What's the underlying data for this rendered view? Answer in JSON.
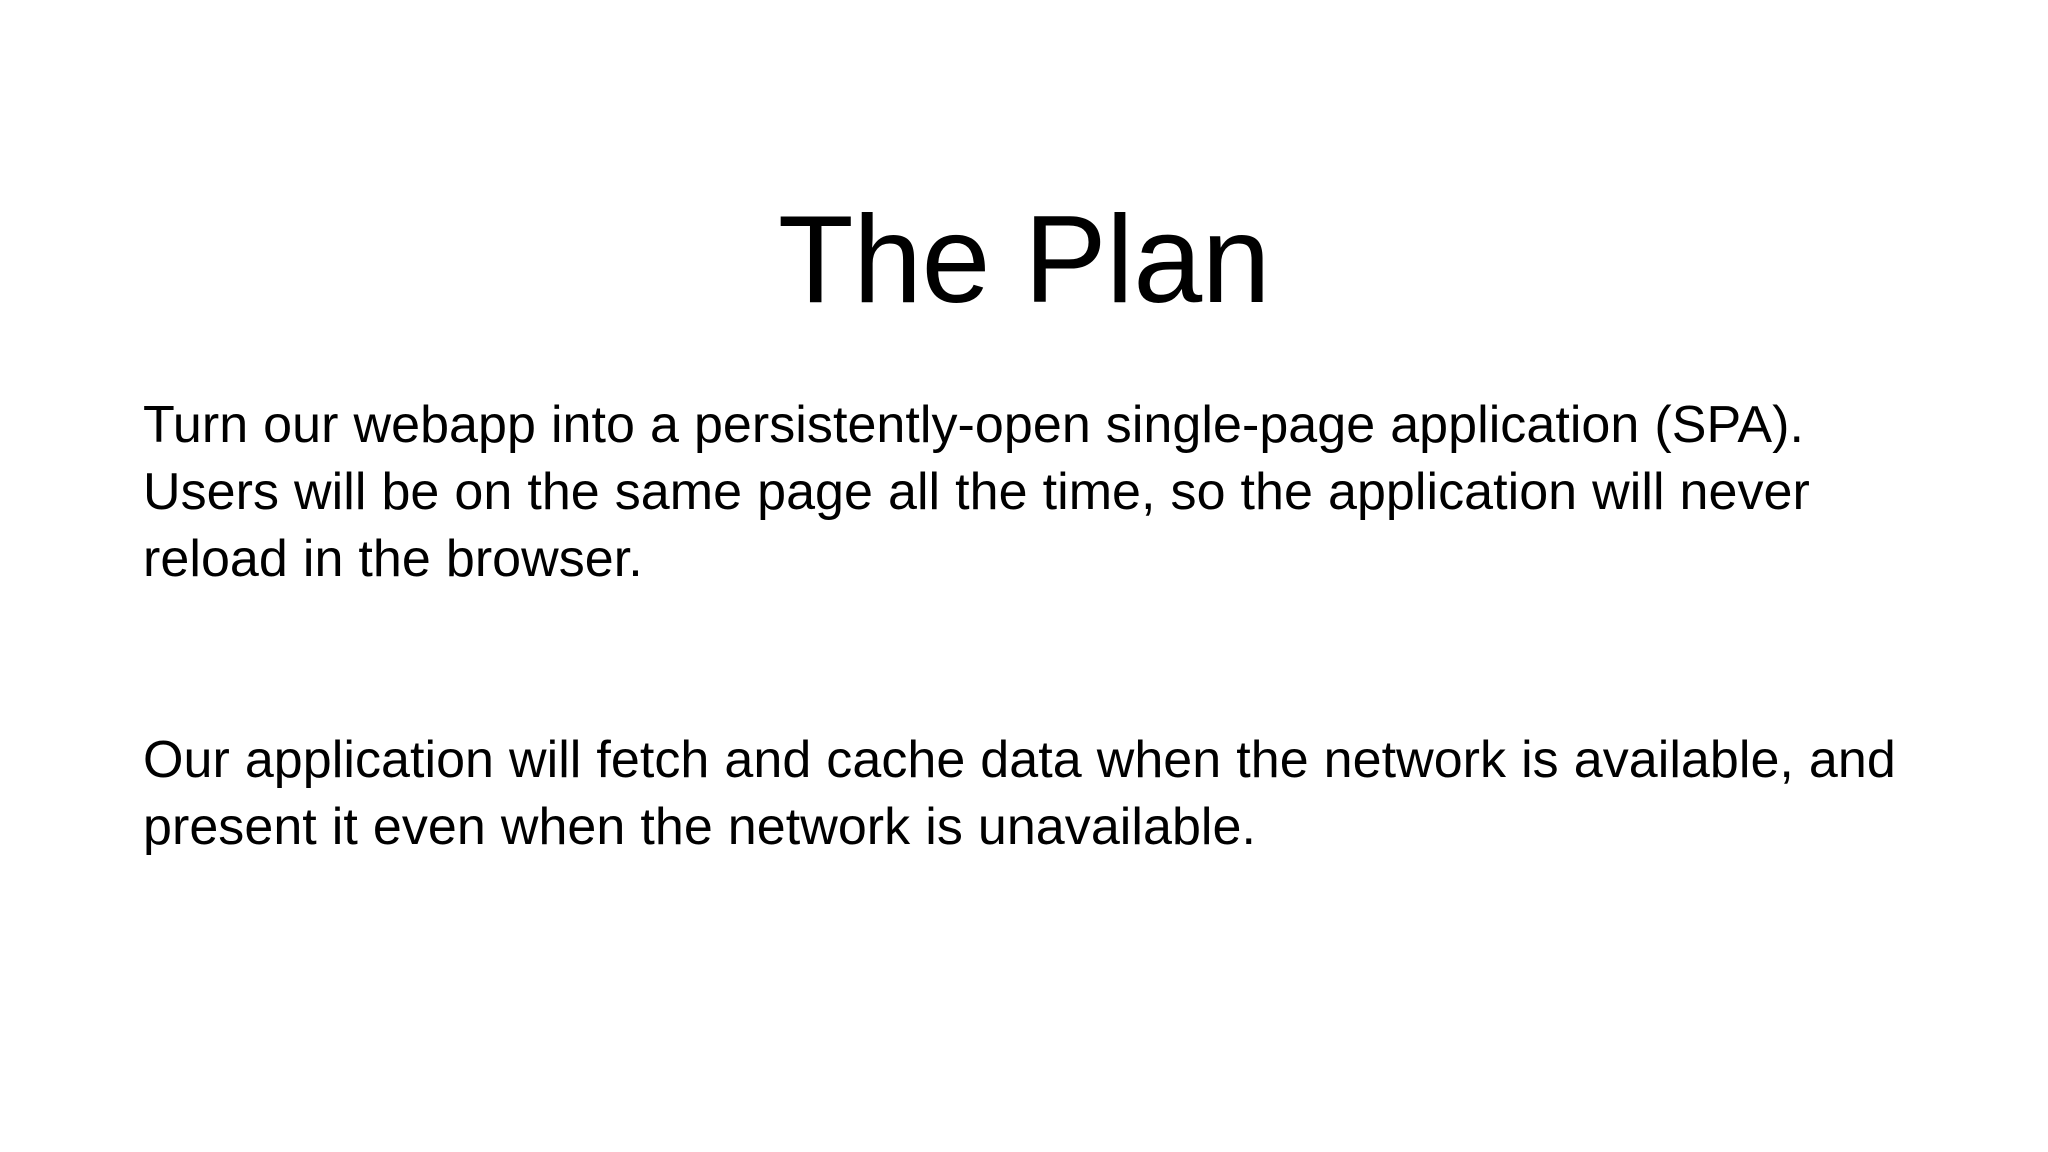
{
  "slide": {
    "background_color": "#ffffff",
    "text_color": "#000000",
    "title": "The Plan",
    "paragraphs": [
      {
        "id": "plan-spa",
        "text": "Turn our webapp into a persistently-open single-page application (SPA). Users will be on the same page all the time, so the application will never reload in the browser."
      },
      {
        "id": "plan-cache",
        "text": "Our application will fetch and cache data when the network is available, and present it even when the network is unavailable."
      }
    ]
  }
}
